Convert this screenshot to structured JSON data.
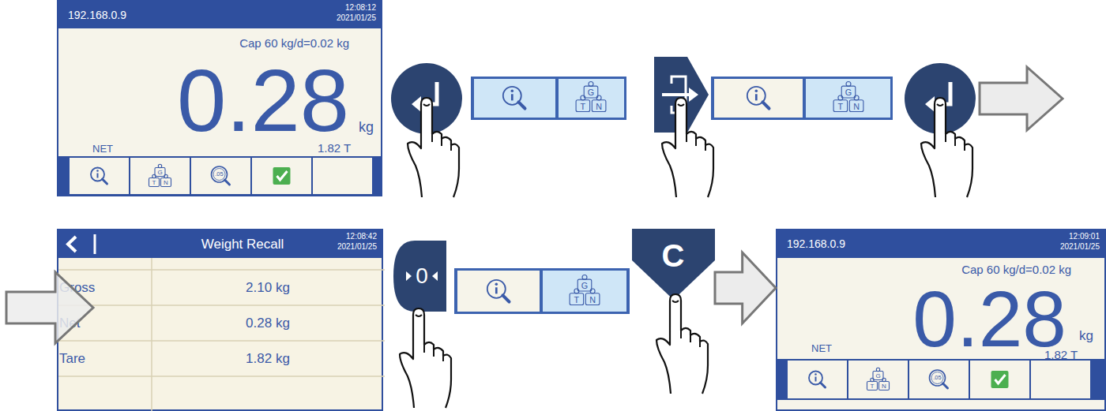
{
  "diagram": {
    "nodes": [
      {
        "text": [
          "192.168.0.9",
          "12:08:12",
          "2021/01/25",
          "Cap 60 kg/d=0.02 kg",
          "0.28",
          "kg",
          "1.82 T",
          "NET",
          "G",
          "T",
          "N",
          ".05"
        ]
      },
      {
        "text": [
          "Weight Recall",
          "12:08:42",
          "2021/01/25",
          "Gross",
          "2.10 kg",
          "Net",
          "0.28 kg",
          "Tare",
          "1.82 kg"
        ]
      },
      {
        "text": [
          "0"
        ]
      },
      {
        "text": [
          "C"
        ]
      },
      {
        "text": [
          "192.168.0.9",
          "12:09:01",
          "2021/01/25",
          "Cap 60 kg/d=0.02 kg",
          "0.28",
          "kg",
          "1.82 T",
          "NET",
          "G",
          "T",
          "N",
          ".05"
        ]
      }
    ],
    "edges": [
      {
        "from": 3,
        "to": 4,
        "arrow": "to"
      }
    ],
    "labels": [
      "G",
      "T",
      "N",
      "G",
      "T",
      "N",
      "G",
      "T",
      "N"
    ]
  }
}
